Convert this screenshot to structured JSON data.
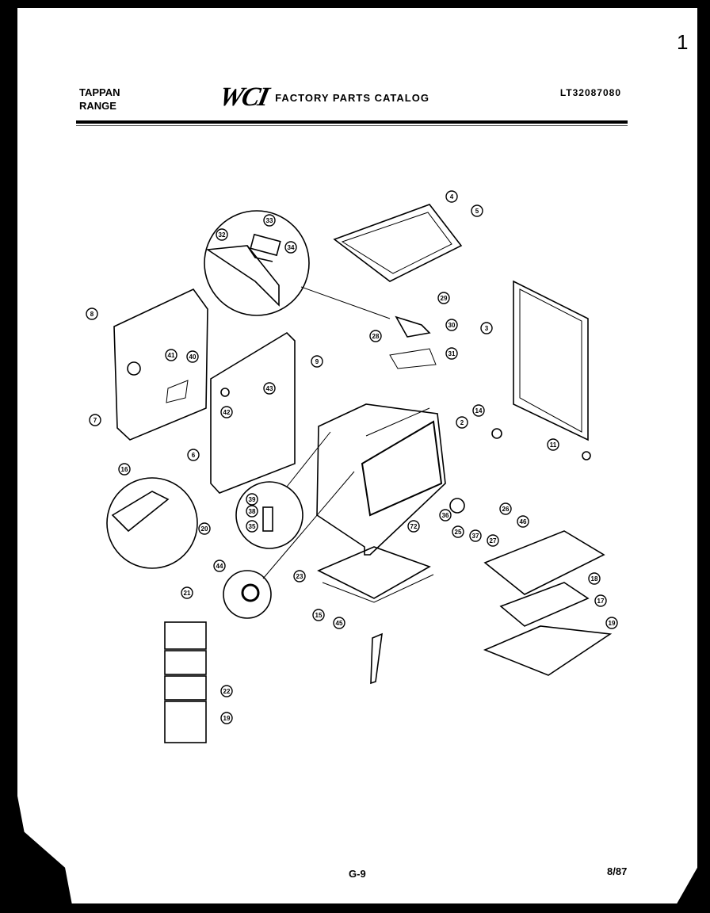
{
  "header": {
    "brand_line1": "TAPPAN",
    "brand_line2": "RANGE",
    "logo_text": "WCI",
    "catalog_title": "FACTORY PARTS CATALOG",
    "model_number": "LT32087080"
  },
  "footer": {
    "page_number": "G-9",
    "date_code": "8/87"
  },
  "corner_mark": "1",
  "callouts": [
    "2",
    "3",
    "4",
    "5",
    "6",
    "7",
    "8",
    "9",
    "11",
    "14",
    "15",
    "16",
    "17",
    "18",
    "19",
    "20",
    "21",
    "22",
    "23",
    "25",
    "26",
    "27",
    "28",
    "29",
    "30",
    "31",
    "32",
    "33",
    "34",
    "35",
    "36",
    "37",
    "38",
    "39",
    "40",
    "41",
    "42",
    "43",
    "44",
    "45",
    "46",
    "72"
  ]
}
